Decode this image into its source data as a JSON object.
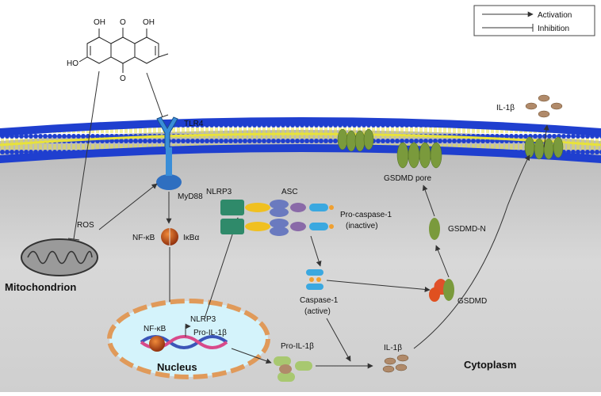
{
  "legend": {
    "activation": "Activation",
    "inhibition": "Inhibition"
  },
  "labels": {
    "tlr4": "TLR4",
    "myd88": "MyD88",
    "ros": "ROS",
    "mitochondrion": "Mitochondrion",
    "nfkb_top": "NF-κB",
    "ikba": "IκBα",
    "nlrp3_top": "NLRP3",
    "asc": "ASC",
    "procaspase_line1": "Pro-caspase-1",
    "procaspase_line2": "(inactive)",
    "caspase_line1": "Caspase-1",
    "caspase_line2": "(active)",
    "gsdmd_pore": "GSDMD pore",
    "gsdmd_n": "GSDMD-N",
    "gsdmd": "GSDMD",
    "il1b_top": "IL-1β",
    "il1b_bottom": "IL-1β",
    "pro_il1b": "Pro-IL-1β",
    "nucleus_nfkb": "NF-κB",
    "nucleus_nlrp3": "NLRP3",
    "nucleus_pro_il1b": "Pro-IL-1β",
    "nucleus": "Nucleus",
    "cytoplasm": "Cytoplasm",
    "oh1": "OH",
    "o1": "O",
    "oh2": "OH",
    "ho": "HO",
    "o2": "O"
  },
  "colors": {
    "cytoplasm": "#c9c9c9",
    "membrane_head": "#1f3fcf",
    "membrane_tail": "#e8e23a",
    "nucleus_fill": "#d4f3fb",
    "nucleus_border": "#e09a5a",
    "gsdmd_green": "#7a9a3c",
    "il1b_brown": "#b08a6a"
  }
}
